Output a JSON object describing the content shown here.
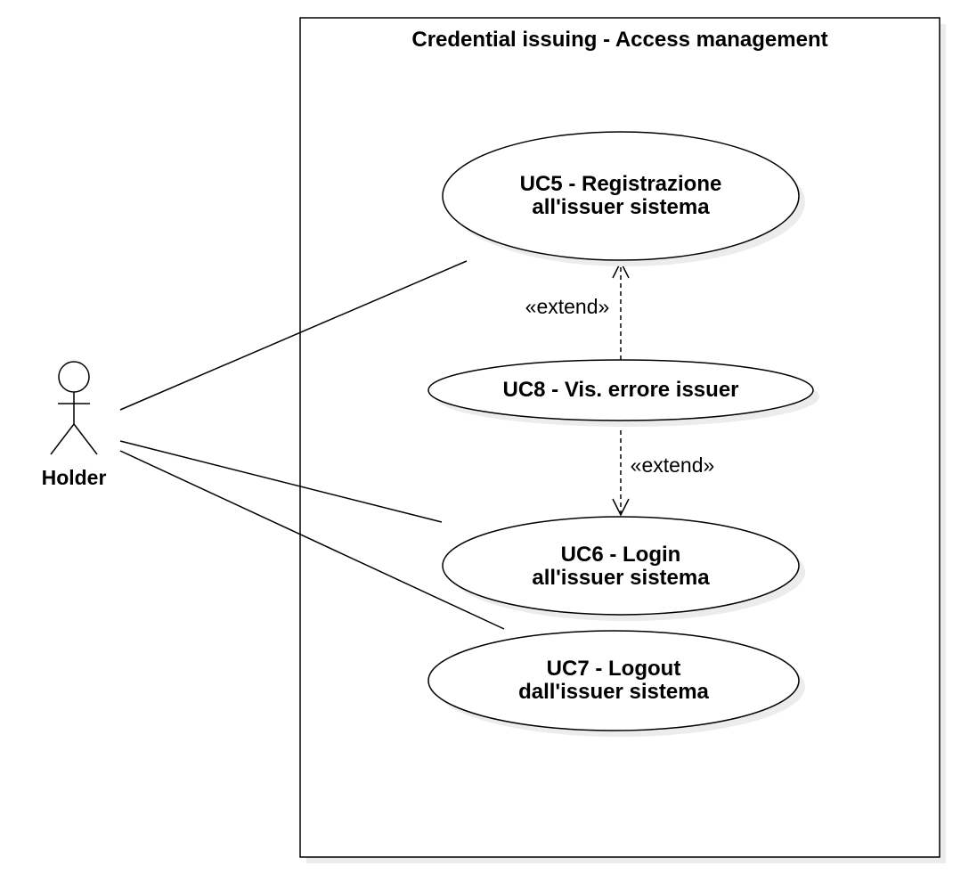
{
  "diagram": {
    "system_boundary": {
      "title": "Credential issuing - Access management"
    },
    "actor": {
      "name": "Holder"
    },
    "use_cases": [
      {
        "id": "uc5",
        "line1": "UC5 - Registrazione",
        "line2": "all'issuer sistema"
      },
      {
        "id": "uc8",
        "line1": "UC8 - Vis. errore issuer",
        "line2": ""
      },
      {
        "id": "uc6",
        "line1": "UC6 - Login",
        "line2": "all'issuer sistema"
      },
      {
        "id": "uc7",
        "line1": "UC7 - Logout",
        "line2": "dall'issuer sistema"
      }
    ],
    "relations": [
      {
        "from": "uc8",
        "to": "uc5",
        "label": "«extend»"
      },
      {
        "from": "uc8",
        "to": "uc6",
        "label": "«extend»"
      }
    ],
    "associations": [
      "uc5",
      "uc6",
      "uc7"
    ]
  }
}
